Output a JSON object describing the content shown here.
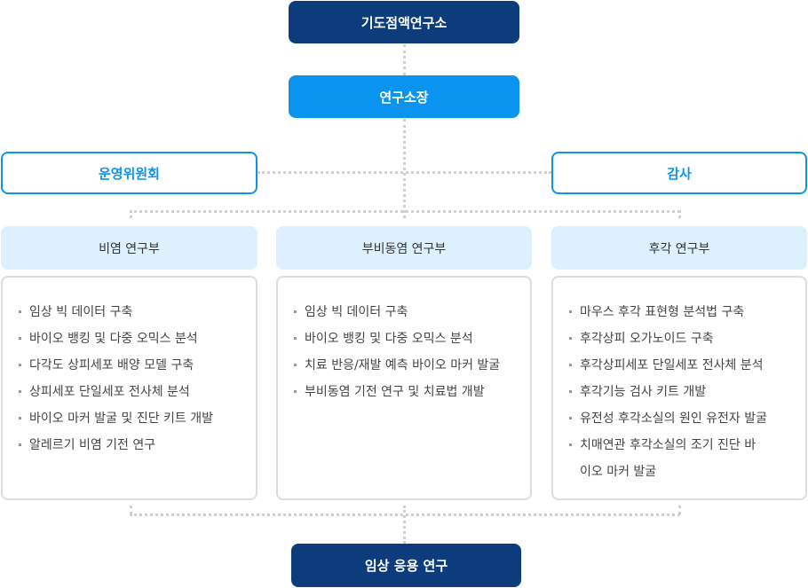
{
  "top": "기도점액연구소",
  "director": "연구소장",
  "committee": "운영위원회",
  "audit": "감사",
  "departments": [
    {
      "name": "비염 연구부",
      "items": [
        "임상 빅 데이터 구축",
        "바이오 뱅킹 및 다중 오믹스 분석",
        "다각도 상피세포 배양 모델 구축",
        "상피세포 단일세포 전사체 분석",
        "바이오 마커 발굴 및 진단 키트 개발",
        "알레르기 비염 기전 연구"
      ]
    },
    {
      "name": "부비동염 연구부",
      "items": [
        "임상 빅 데이터 구축",
        "바이오 뱅킹 및 다중 오믹스 분석",
        "치료 반응/재발 예측 바이오 마커 발굴",
        "부비동염 기전 연구 및 치료법 개발"
      ]
    },
    {
      "name": "후각 연구부",
      "items": [
        "마우스 후각 표현형 분석법 구축",
        "후각상피 오가노이드 구축",
        "후각상피세포 단일세포 전사체 분석",
        "후각기능 검사 키트 개발",
        "유전성 후각소실의 원인 유전자 발굴",
        "치매연관 후각소실의 조기 진단 바이오 마커 발굴"
      ]
    }
  ],
  "bottom": "임상 응용 연구"
}
